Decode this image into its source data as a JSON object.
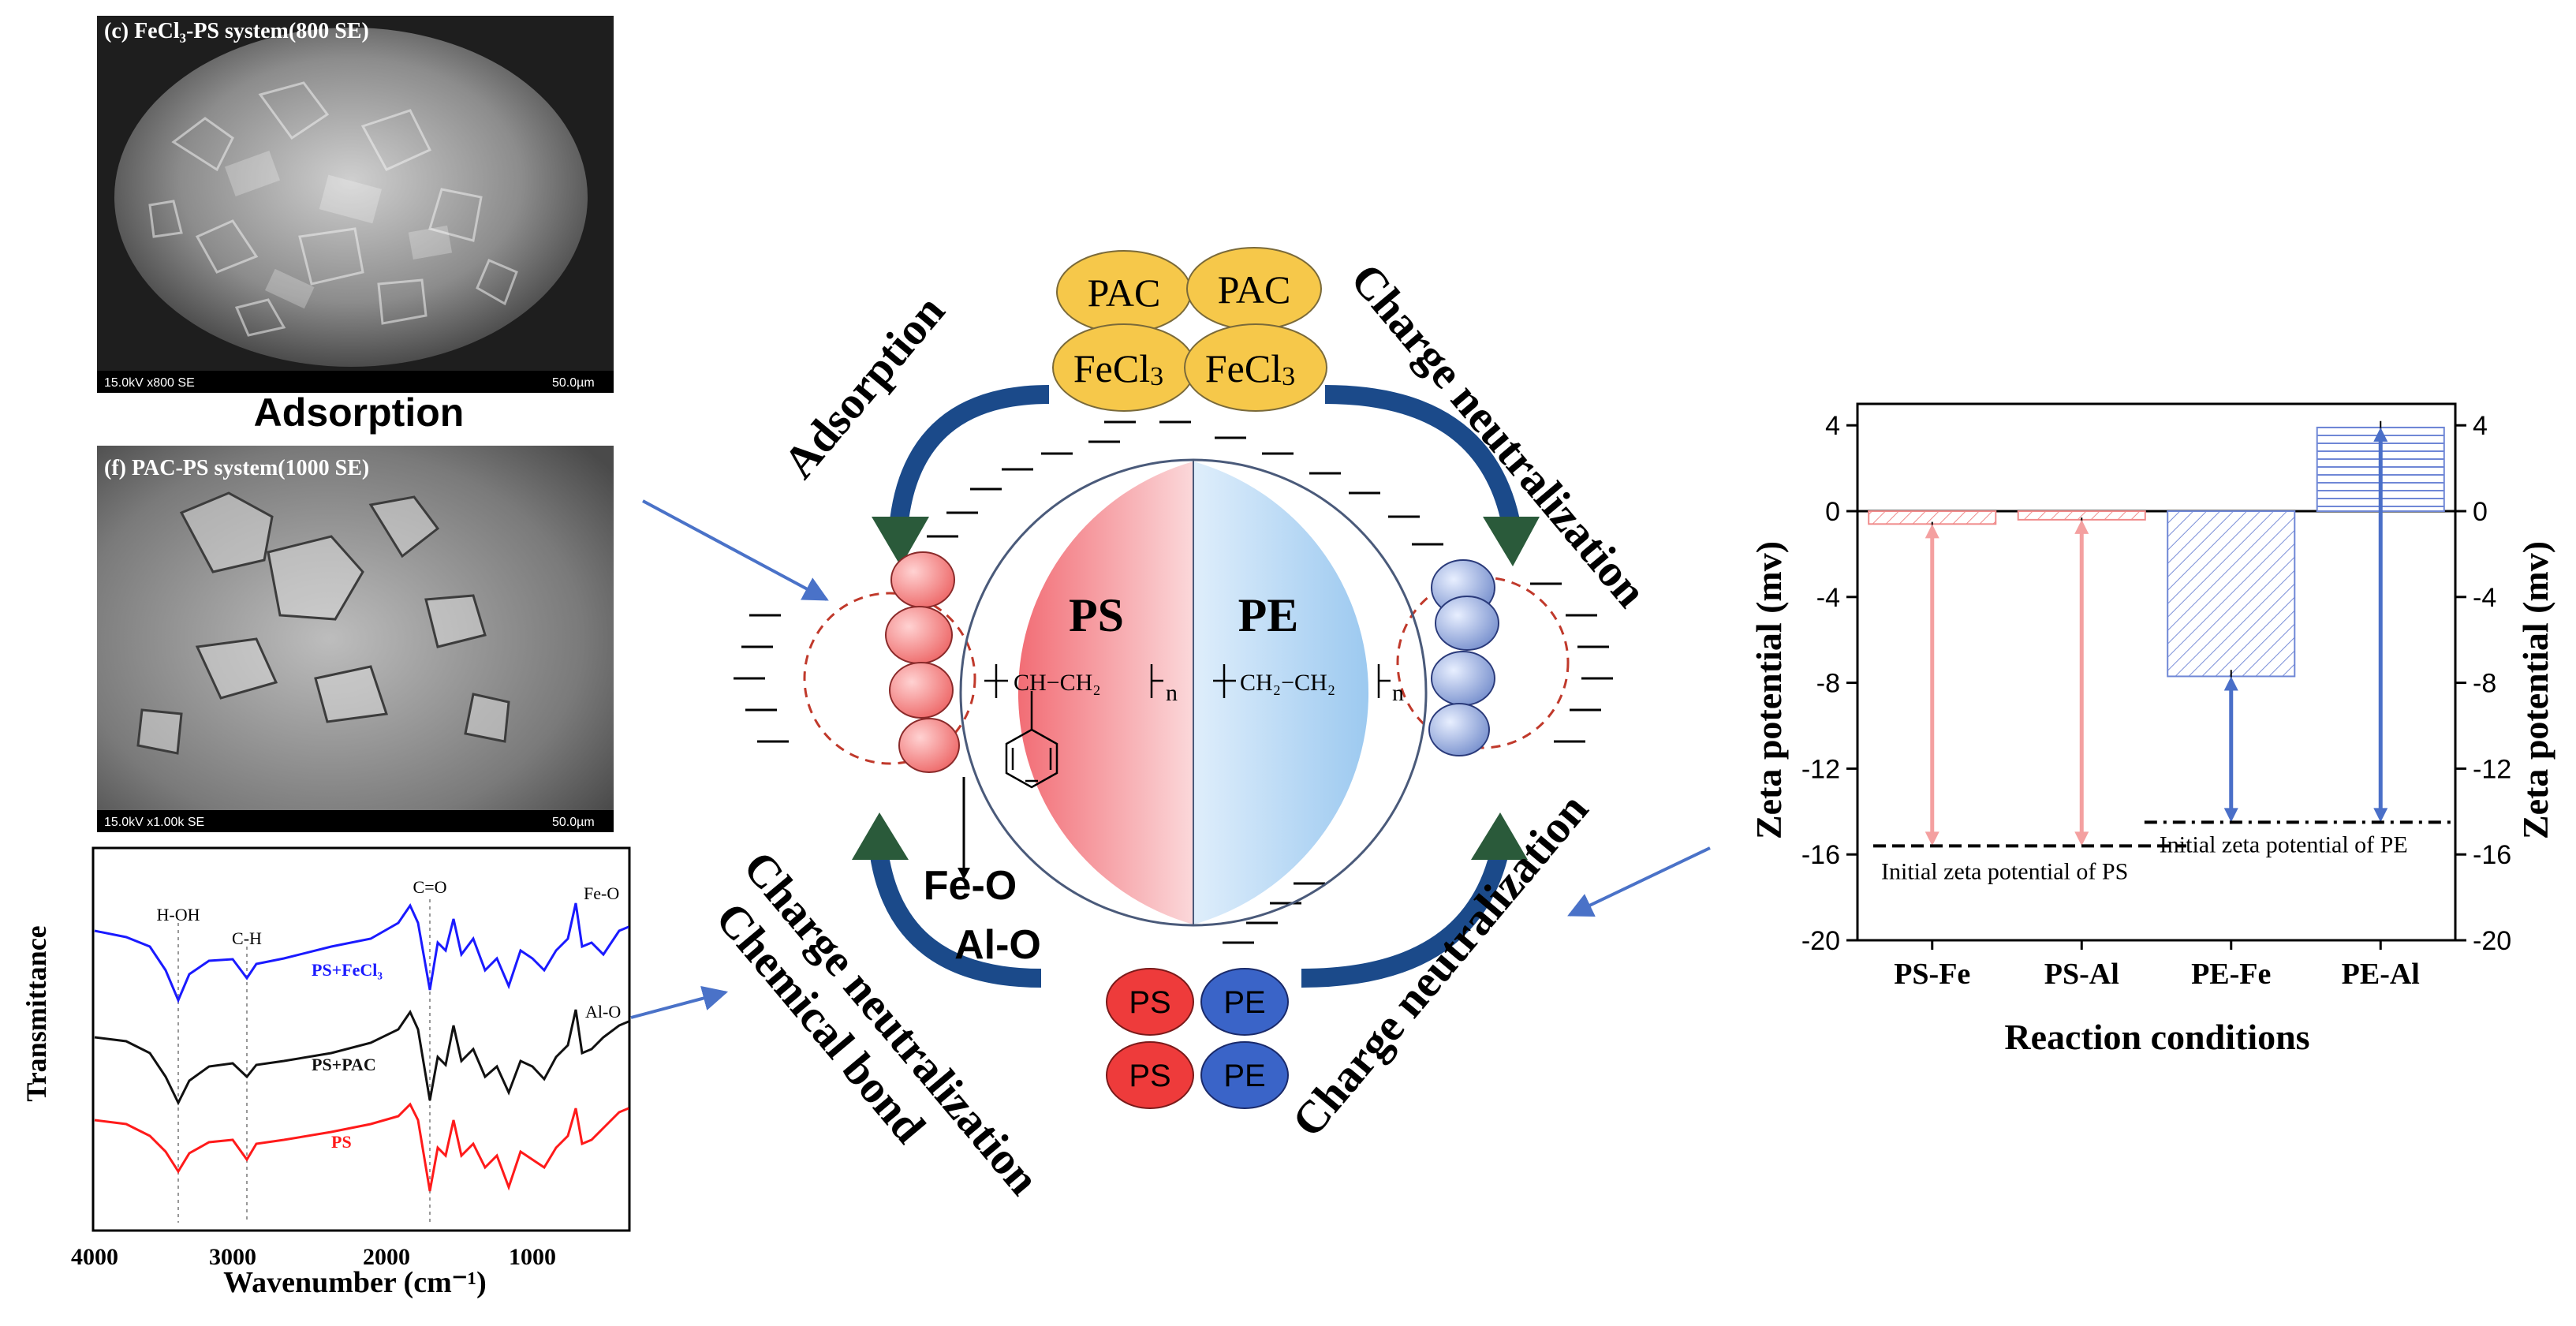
{
  "sem": {
    "top_caption": "(c) FeCl₃-PS system(800 SE)",
    "top_footer_left": "15.0kV x800 SE",
    "top_footer_right": "50.0µm",
    "mid_caption": "(f) PAC-PS system(1000 SE)",
    "mid_footer_left": "15.0kV x1.00k SE",
    "mid_footer_right": "50.0µm"
  },
  "adsorption_title": "Adsorption",
  "ftir": {
    "ylabel": "Transmittance",
    "xlabel": "Wavenumber (cm⁻¹)",
    "ticks": [
      "4000",
      "3000",
      "2000",
      "1000"
    ],
    "peaks": [
      "H-OH",
      "C-H",
      "C=O",
      "Fe-O",
      "Al-O"
    ],
    "series": [
      "PS+FeCl₃",
      "PS+PAC",
      "PS"
    ],
    "colors": [
      "#1a1aff",
      "#111111",
      "#ff1a1a"
    ]
  },
  "diagram": {
    "coagulant_pac": "PAC",
    "coagulant_fecl": "FeCl",
    "coagulant_fecl_sub": "3",
    "sphere_left": "PS",
    "sphere_right": "PE",
    "ps_formula": "CH−CH₂",
    "pe_formula": "CH₂−CH₂",
    "repeat_n": "n",
    "bond_fe": "Fe-O",
    "bond_al": "Al-O",
    "label_adsorption": "Adsorption",
    "label_charge_neutralization": "Charge neutralization",
    "label_chemical_bond": "Chemical bond",
    "micro_ps": "PS",
    "micro_pe": "PE"
  },
  "chart_data": {
    "type": "bar",
    "categories": [
      "PS-Fe",
      "PS-Al",
      "PE-Fe",
      "PE-Al"
    ],
    "values": [
      -0.6,
      -0.4,
      -7.7,
      3.9
    ],
    "errors": [
      0.1,
      0.1,
      0.3,
      0.3
    ],
    "initial": {
      "PS": -15.6,
      "PE": -14.5
    },
    "initial_labels": {
      "PS": "Initial zeta potential of PS",
      "PE": "Initial zeta potential of PE"
    },
    "ylabel": "Zeta potential (mv)",
    "xlabel": "Reaction conditions",
    "ylim": [
      -20,
      5
    ],
    "yticks": [
      "4",
      "0",
      "-4",
      "-8",
      "-12",
      "-16",
      "-20"
    ],
    "colors": {
      "PS": "#f08a8a",
      "PE": "#6f87d6"
    }
  }
}
